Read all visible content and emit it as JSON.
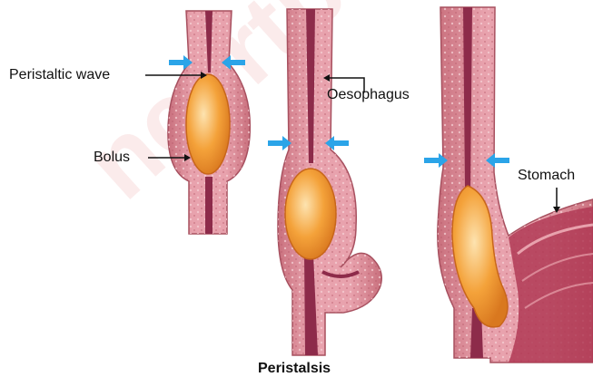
{
  "labels": {
    "peristaltic_wave": "Peristaltic wave",
    "bolus": "Bolus",
    "oesophagus": "Oesophagus",
    "stomach": "Stomach"
  },
  "caption": "Peristalsis",
  "watermark": "ncertbook",
  "colors": {
    "tissue_outer": "#d88a95",
    "tissue_inner": "#e8a2ad",
    "lining": "#8d2b4a",
    "bolus": "#f4a23a",
    "bolus_highlight": "#fde3b0",
    "arrow": "#2ba4e8",
    "stomach_wall": "#b03a55"
  }
}
